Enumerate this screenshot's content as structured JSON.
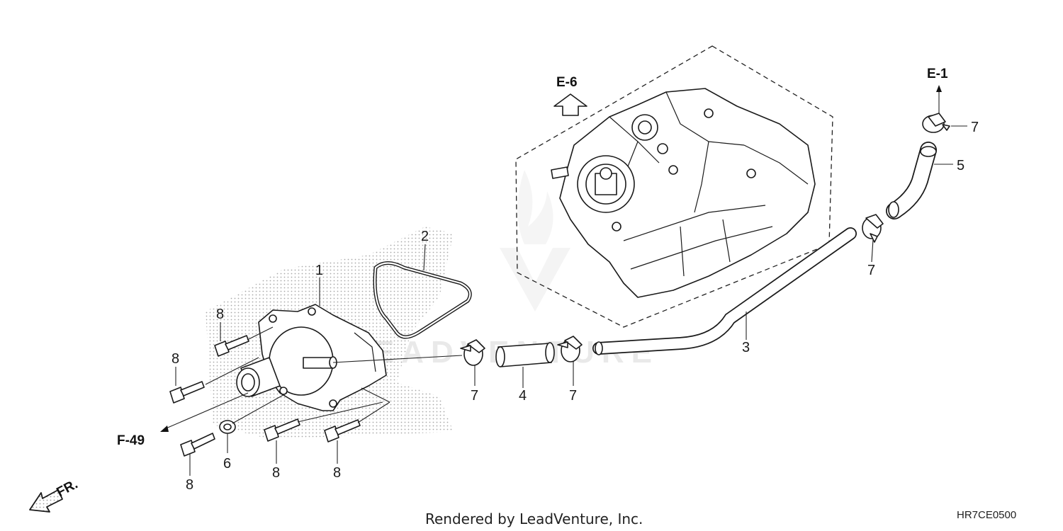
{
  "callouts": {
    "c1": "1",
    "c2": "2",
    "c3": "3",
    "c4": "4",
    "c5": "5",
    "c6": "6",
    "c7a": "7",
    "c7b": "7",
    "c7c": "7",
    "c7d": "7",
    "c8a": "8",
    "c8b": "8",
    "c8c": "8",
    "c8d": "8",
    "c8e": "8"
  },
  "references": {
    "e6": "E-6",
    "e1": "E-1",
    "f49": "F-49",
    "fr": "FR."
  },
  "footer": {
    "rendered_by": "Rendered by LeadVenture, Inc.",
    "diagram_code": "HR7CE0500"
  },
  "watermark": "LEADVENTURE"
}
